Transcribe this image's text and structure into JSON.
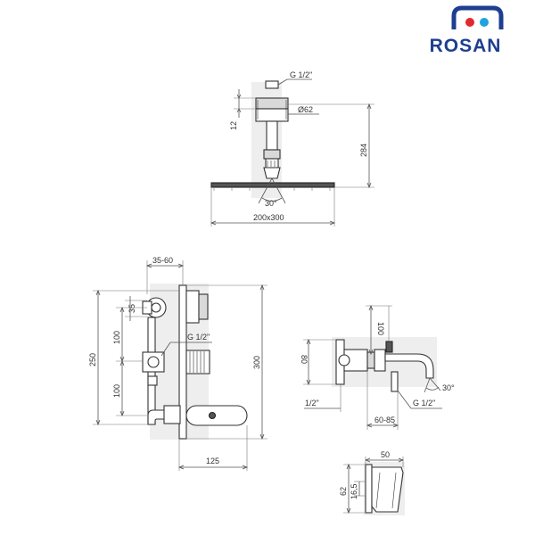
{
  "brand": {
    "name": "ROSAN",
    "colors": {
      "text": "#1e3f8f",
      "red_dot": "#e3282f",
      "blue_dot": "#1fa3dc"
    }
  },
  "shower_head": {
    "thread": "G 1/2\"",
    "flange_diameter": "Ø62",
    "flange_height": "12",
    "total_height": "284",
    "spray_angle": "30°",
    "plate_size": "200x300"
  },
  "concealed_mixer": {
    "depth_range": "35-60",
    "top_offset": "35",
    "spacing_upper": "100",
    "spacing_lower": "100",
    "outer_height": "250",
    "plate_height": "300",
    "thread": "G 1/2\"",
    "plate_width": "125"
  },
  "bath_spout": {
    "height": "100",
    "base_height": "80",
    "thread_left": "1/2\"",
    "thread_right": "G 1/2\"",
    "angle": "30°",
    "projection": "60-85"
  },
  "hand_shower_holder": {
    "width": "50",
    "height": "62",
    "offset": "16,5"
  }
}
